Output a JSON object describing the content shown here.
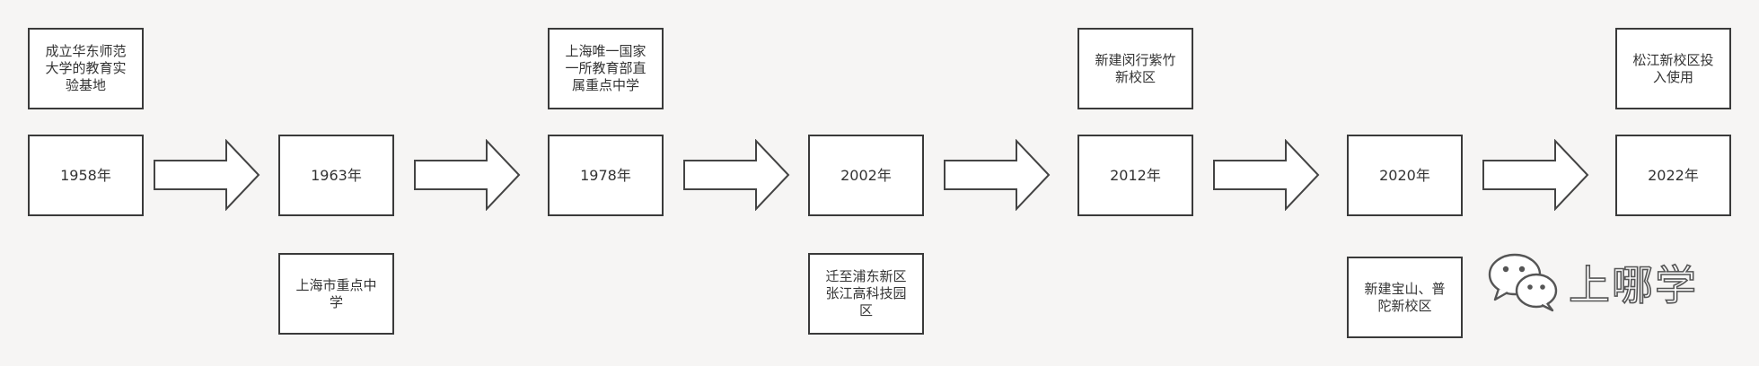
{
  "timeline": {
    "milestones": [
      {
        "year": "1958年",
        "event": "成立华东师范大学的教育实验基地"
      },
      {
        "year": "1963年",
        "event": "上海市重点中学"
      },
      {
        "year": "1978年",
        "event": "上海唯一国家一所教育部直属重点中学"
      },
      {
        "year": "2002年",
        "event": "迁至浦东新区张江高科技园区"
      },
      {
        "year": "2012年",
        "event": "新建闵行紫竹新校区"
      },
      {
        "year": "2020年",
        "event": "新建宝山、普陀新校区"
      },
      {
        "year": "2022年",
        "event": "松江新校区投入使用"
      }
    ]
  },
  "watermark": {
    "text": "上哪学",
    "icon": "wechat-icon"
  },
  "corner_mark": "",
  "colors": {
    "background": "#f6f5f4",
    "box_border": "#3a3a3a",
    "arrow_stroke": "#444444",
    "text": "#333333"
  }
}
